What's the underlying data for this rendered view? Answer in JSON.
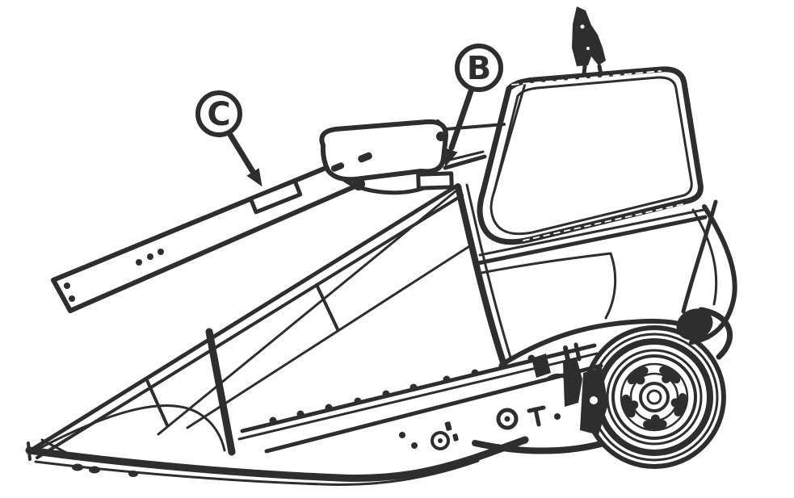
{
  "diagram": {
    "subject": "Self-propelled windrower side-view technical line drawing with decal location callouts",
    "background_color": "#ffffff",
    "line_color": "#2e2e2e",
    "callouts": [
      {
        "label": "C",
        "points_to": "decal location on header lift arm"
      },
      {
        "label": "B",
        "points_to": "decal location on frame member below cab front"
      }
    ]
  }
}
